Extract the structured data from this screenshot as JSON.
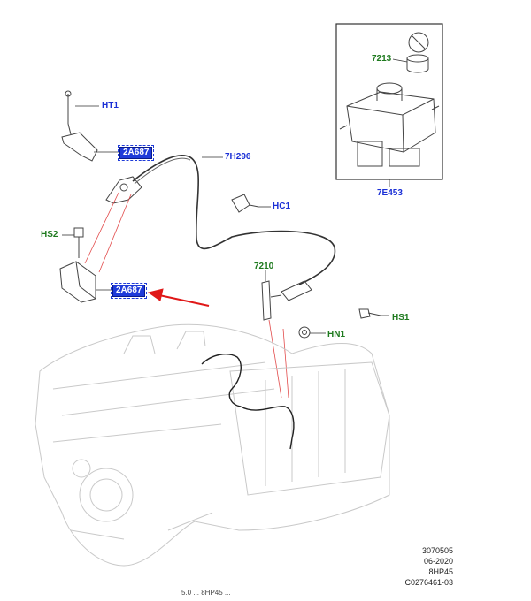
{
  "callouts": {
    "ht1": "HT1",
    "bracket_upper": "2A687",
    "cable": "7H296",
    "hc1": "HC1",
    "hs2": "HS2",
    "bracket_lower": "2A687",
    "lever": "7210",
    "hs1": "HS1",
    "hn1": "HN1",
    "knob": "7213",
    "selector": "7E453"
  },
  "footer": {
    "line1": "3070505",
    "line2": "06-2020",
    "line3": "8HP45",
    "line4": "C0276461-03"
  },
  "caption": "5.0 ... 8HP45 ..."
}
